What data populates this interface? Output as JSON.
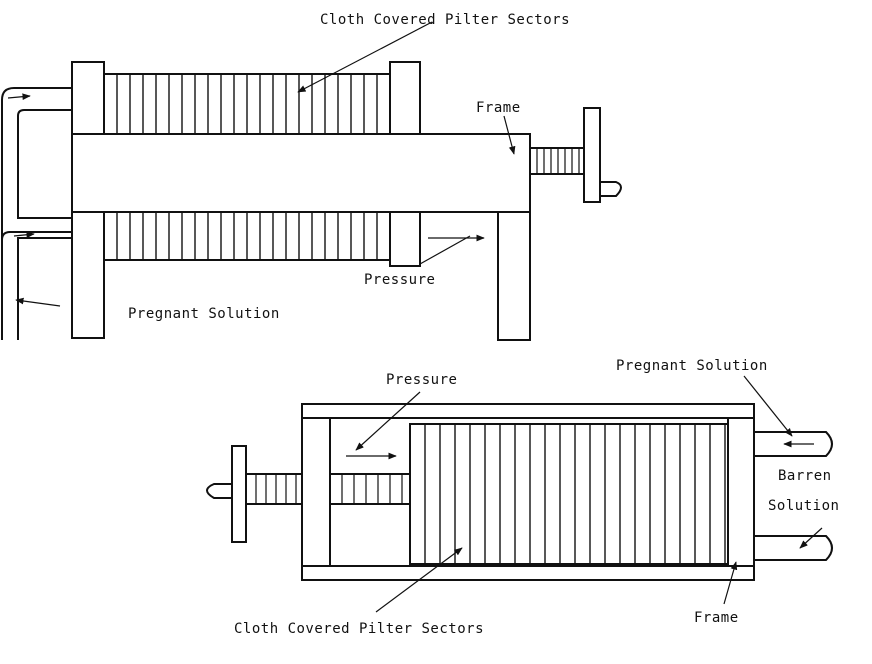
{
  "top_figure": {
    "label_filter_sectors": "Cloth Covered Pilter Sectors",
    "label_frame": "Frame",
    "label_pressure": "Pressure",
    "label_pregnant": "Pregnant Solution"
  },
  "bottom_figure": {
    "label_pressure": "Pressure",
    "label_pregnant": "Pregnant Solution",
    "label_barren_1": "Barren",
    "label_barren_2": "Solution",
    "label_filter_sectors": "Cloth Covered Pilter Sectors",
    "label_frame": "Frame"
  },
  "colors": {
    "ink": "#111111",
    "paper": "#ffffff"
  }
}
